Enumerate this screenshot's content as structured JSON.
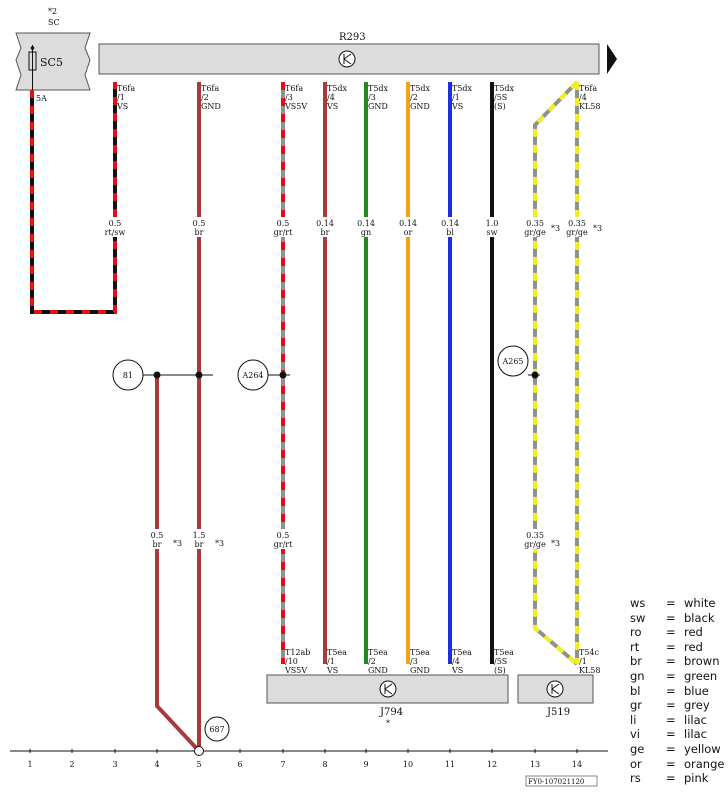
{
  "header": {
    "footnote": "*2",
    "fuse_group": "SC"
  },
  "fuse": {
    "label": "SC5",
    "amperage": "5A"
  },
  "modules": {
    "top": {
      "label": "R293"
    },
    "bottom_left": {
      "label": "J794",
      "note": "*"
    },
    "bottom_right": {
      "label": "J519"
    }
  },
  "wires": [
    {
      "id": "w3",
      "col": 3,
      "top_pin": [
        "T6fa",
        "/1",
        "VS"
      ],
      "mid": [
        "0.5",
        "rt/sw"
      ],
      "colors": [
        "#e01010",
        "#111111"
      ]
    },
    {
      "id": "w5",
      "col": 5,
      "top_pin": [
        "T6fa",
        "/2",
        "GND"
      ],
      "mid": [
        "0.5",
        "br"
      ],
      "low": [
        "1.5",
        "br",
        "*3"
      ],
      "colors": [
        "#a83a3a"
      ]
    },
    {
      "id": "w7",
      "col": 7,
      "top_pin": [
        "T6fa",
        "/3",
        "VS5V"
      ],
      "mid": [
        "0.5",
        "gr/rt"
      ],
      "low": [
        "0.5",
        "gr/rt"
      ],
      "bottom_pin": [
        "T12ab",
        "/10",
        "VS5V"
      ],
      "colors": [
        "#e01010",
        "#909090"
      ]
    },
    {
      "id": "w8",
      "col": 8,
      "top_pin": [
        "T5dx",
        "/4",
        "VS"
      ],
      "mid": [
        "0.14",
        "br"
      ],
      "bottom_pin": [
        "T5ea",
        "/1",
        "VS"
      ],
      "colors": [
        "#a83a3a"
      ]
    },
    {
      "id": "w9",
      "col": 9,
      "top_pin": [
        "T5dx",
        "/3",
        "GND"
      ],
      "mid": [
        "0.14",
        "gn"
      ],
      "bottom_pin": [
        "T5ea",
        "/2",
        "GND"
      ],
      "colors": [
        "#1f8a1f"
      ]
    },
    {
      "id": "w10",
      "col": 10,
      "top_pin": [
        "T5dx",
        "/2",
        "GND"
      ],
      "mid": [
        "0.14",
        "or"
      ],
      "bottom_pin": [
        "T5ea",
        "/3",
        "GND"
      ],
      "colors": [
        "#f5a316"
      ]
    },
    {
      "id": "w11",
      "col": 11,
      "top_pin": [
        "T5dx",
        "/1",
        "VS"
      ],
      "mid": [
        "0.14",
        "bl"
      ],
      "bottom_pin": [
        "T5ea",
        "/4",
        "VS"
      ],
      "colors": [
        "#1f2ee0"
      ]
    },
    {
      "id": "w12",
      "col": 12,
      "top_pin": [
        "T5dx",
        "/5S",
        "(S)"
      ],
      "mid": [
        "1.0",
        "sw"
      ],
      "bottom_pin": [
        "T5ea",
        "/5S",
        "(S)"
      ],
      "colors": [
        "#111111"
      ]
    },
    {
      "id": "w13",
      "col": 13,
      "mid": [
        "0.35",
        "gr/ge",
        "*3"
      ],
      "low": [
        "0.35",
        "gr/ge",
        "*3"
      ],
      "colors": [
        "#f0f020",
        "#909090"
      ]
    },
    {
      "id": "w14",
      "col": 14,
      "top_pin": [
        "T6fa",
        "/4",
        "KL58"
      ],
      "mid": [
        "0.35",
        "gr/ge",
        "*3"
      ],
      "bottom_pin": [
        "T54c",
        "/1",
        "KL58"
      ],
      "colors": [
        "#f0f020",
        "#909090"
      ]
    },
    {
      "id": "w4",
      "col": 4,
      "low": [
        "0.5",
        "br",
        "*3"
      ],
      "colors": [
        "#a83a3a"
      ]
    }
  ],
  "connectors": [
    {
      "id": "c81",
      "label": "81"
    },
    {
      "id": "cA264",
      "label": "A264"
    },
    {
      "id": "cA265",
      "label": "A265"
    },
    {
      "id": "c687",
      "label": "687"
    }
  ],
  "columns": [
    "1",
    "2",
    "3",
    "4",
    "5",
    "6",
    "7",
    "8",
    "9",
    "10",
    "11",
    "12",
    "13",
    "14"
  ],
  "doc_id": "FY0-107021120",
  "legend": [
    {
      "abbr": "ws",
      "eq": "=",
      "name": "white"
    },
    {
      "abbr": "sw",
      "eq": "=",
      "name": "black"
    },
    {
      "abbr": "ro",
      "eq": "=",
      "name": "red"
    },
    {
      "abbr": "rt",
      "eq": "=",
      "name": "red"
    },
    {
      "abbr": "br",
      "eq": "=",
      "name": "brown"
    },
    {
      "abbr": "gn",
      "eq": "=",
      "name": "green"
    },
    {
      "abbr": "bl",
      "eq": "=",
      "name": "blue"
    },
    {
      "abbr": "gr",
      "eq": "=",
      "name": "grey"
    },
    {
      "abbr": "li",
      "eq": "=",
      "name": "lilac"
    },
    {
      "abbr": "vi",
      "eq": "=",
      "name": "lilac"
    },
    {
      "abbr": "ge",
      "eq": "=",
      "name": "yellow"
    },
    {
      "abbr": "or",
      "eq": "=",
      "name": "orange"
    },
    {
      "abbr": "rs",
      "eq": "=",
      "name": "pink"
    }
  ],
  "colors": {
    "line": "#111111",
    "module_fill": "#dcdcdc",
    "module_stroke": "#555555"
  }
}
